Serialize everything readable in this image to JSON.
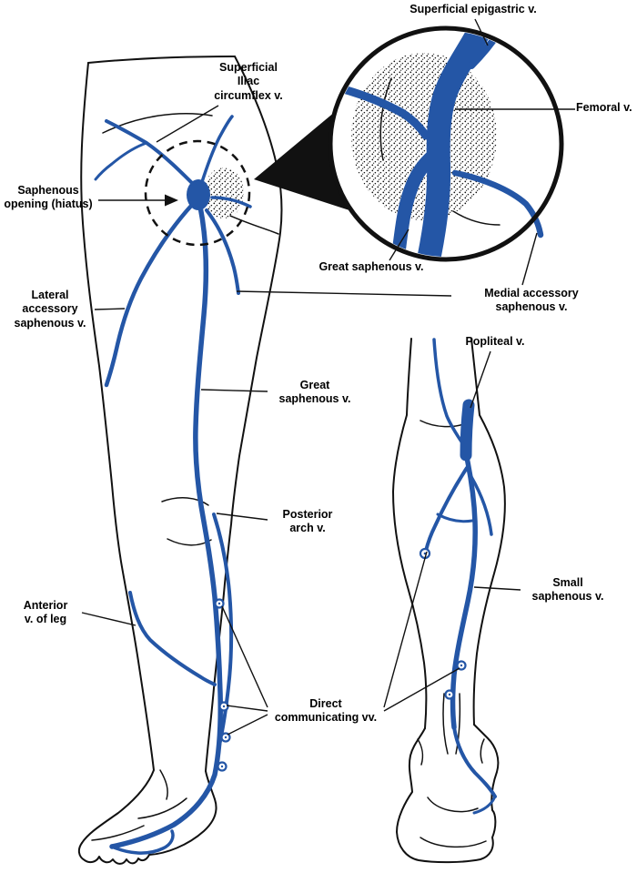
{
  "colors": {
    "vein": "#2456a6",
    "outline": "#111111",
    "background": "#ffffff"
  },
  "labels": {
    "superficial_epigastric": "Superficial epigastric v.",
    "superficial_iliac_circumflex": "Superficial\nIliac\ncircumflex v.",
    "femoral": "Femoral v.",
    "saphenous_opening": "Saphenous\nopening (hiatus)",
    "great_saphenous_inset": "Great saphenous v.",
    "medial_accessory": "Medial accessory\nsaphenous v.",
    "lateral_accessory": "Lateral\naccessory\nsaphenous v.",
    "popliteal": "Popliteal v.",
    "great_saphenous": "Great\nsaphenous v.",
    "posterior_arch": "Posterior\narch v.",
    "small_saphenous": "Small\nsaphenous v.",
    "anterior_leg": "Anterior\nv. of leg",
    "direct_communicating": "Direct\ncommunicating vv."
  }
}
